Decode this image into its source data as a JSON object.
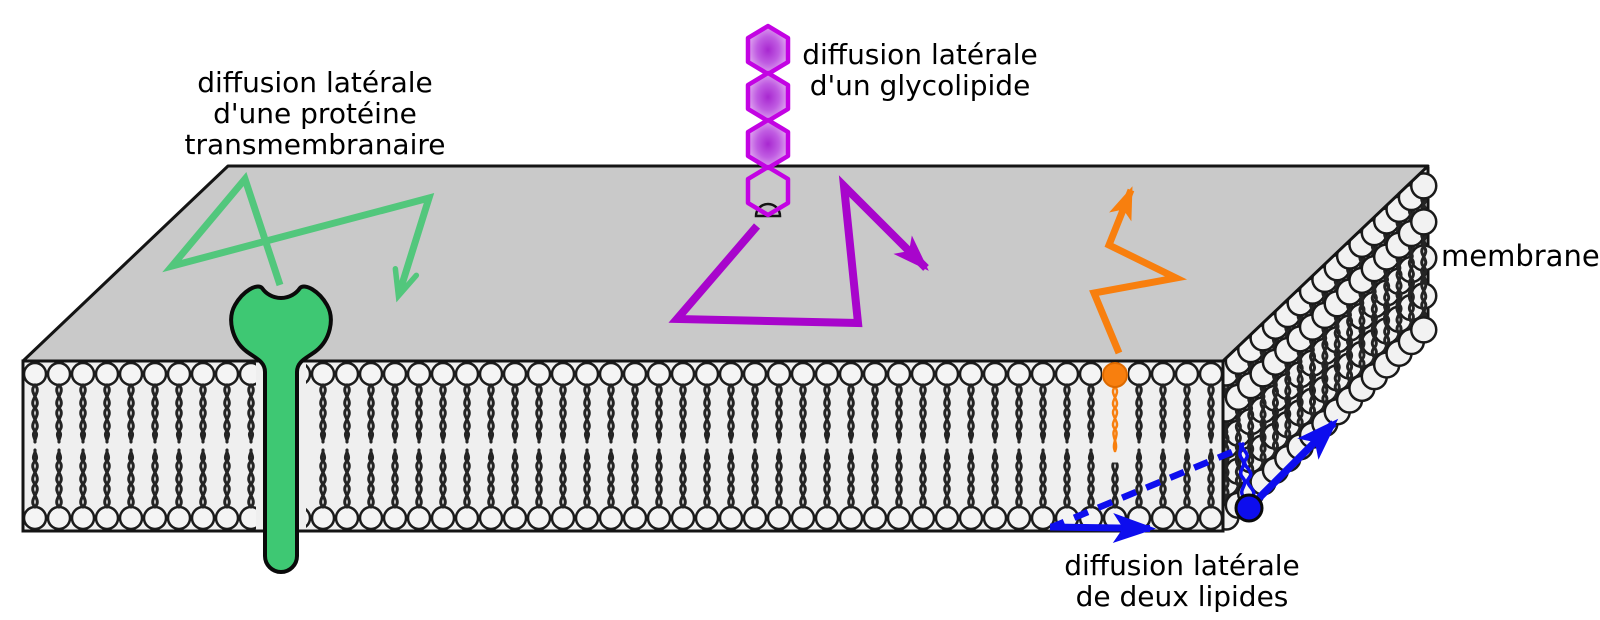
{
  "figure": {
    "captions": {
      "protein_line1": "diffusion latérale",
      "protein_line2": "d'une protéine",
      "protein_line3": "transmembranaire",
      "glycolipid_line1": "diffusion latérale",
      "glycolipid_line2": "d'un glycolipide",
      "lipids_line1": "diffusion latérale",
      "lipids_line2": "de deux lipides",
      "membrane_label": "membrane"
    },
    "colors": {
      "protein_green": "#3ec873",
      "green_arrow": "#52c77c",
      "purple": "#a805cc",
      "hex_stroke": "#c303e3",
      "hex_grad_center": "#a828d0",
      "hex_grad_mid": "#c05ce2",
      "hex_grad_edge": "#ecc9f5",
      "orange": "#f87f0e",
      "blue": "#0d0dee",
      "top_face_gray": "#c9c9c9",
      "face_bg": "#efefef",
      "head_fill": "#f4f4f4",
      "outline": "#141414"
    }
  }
}
